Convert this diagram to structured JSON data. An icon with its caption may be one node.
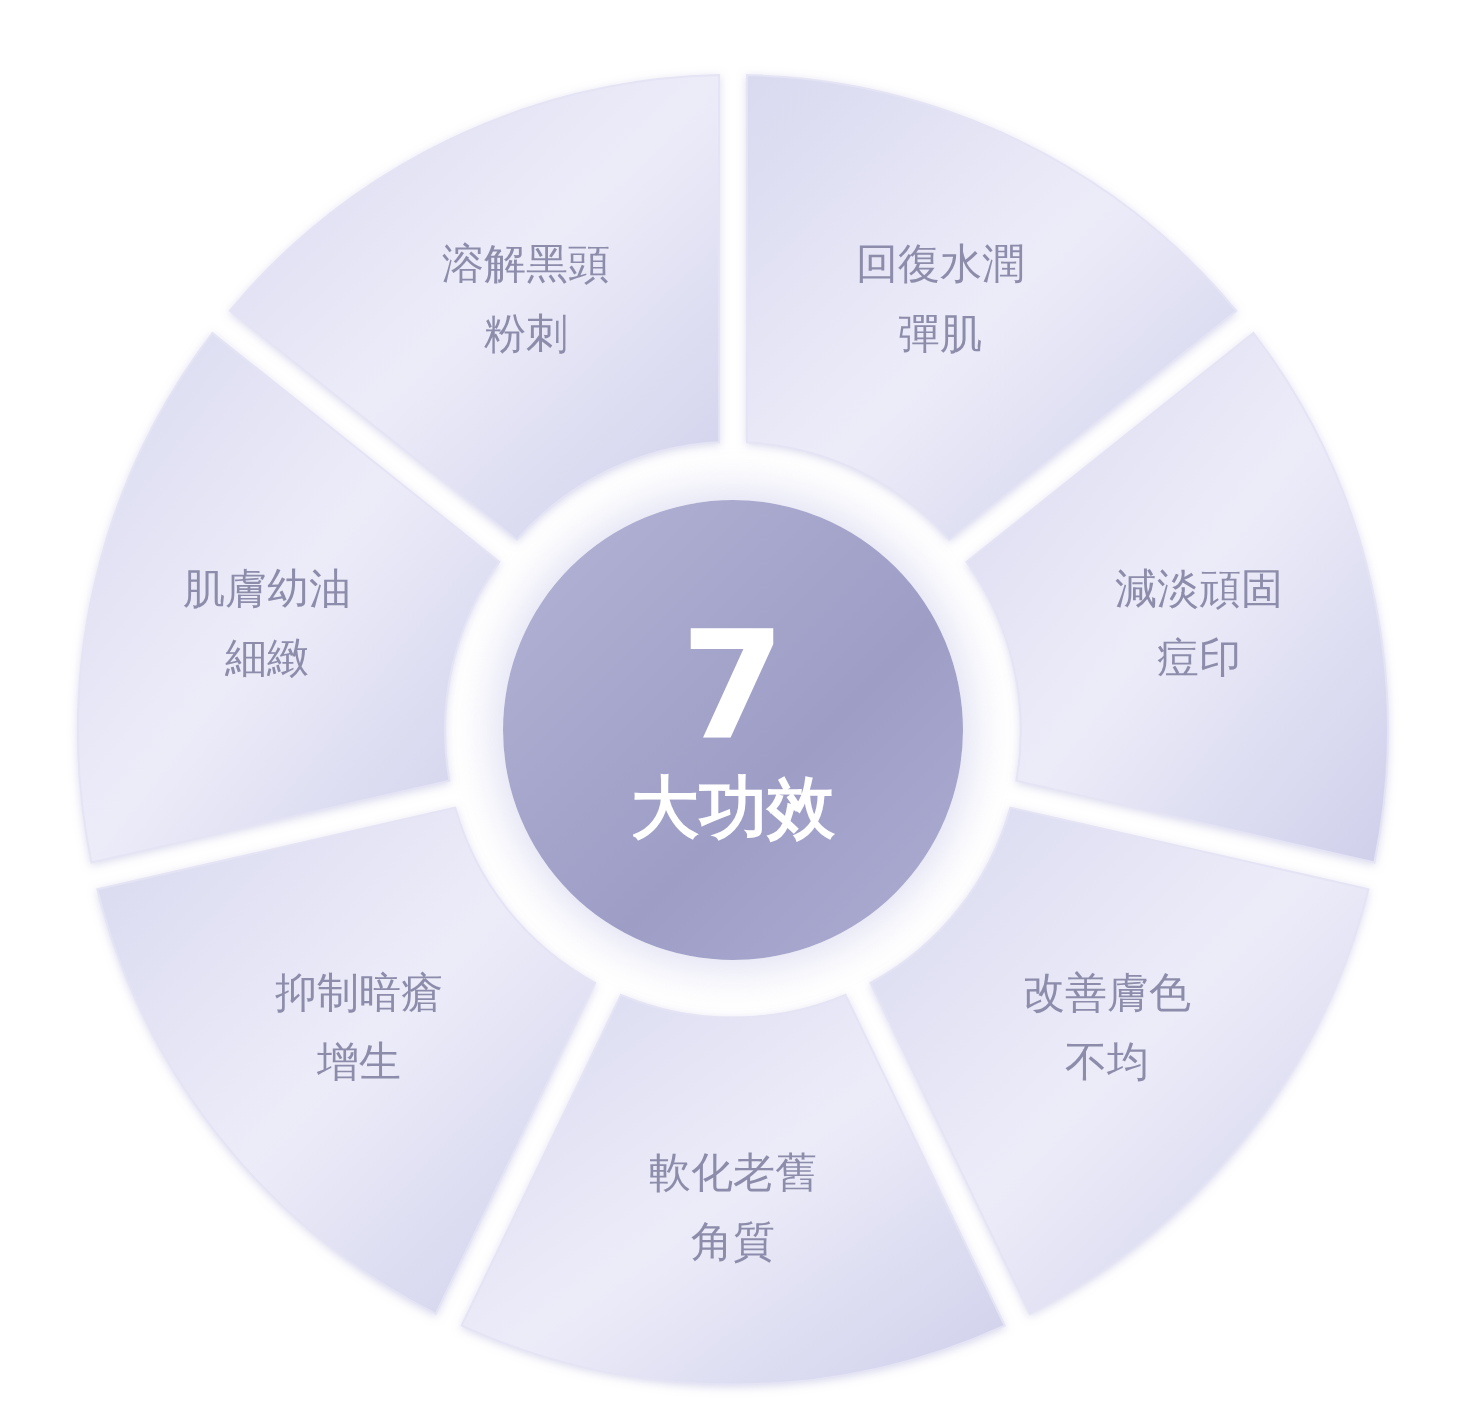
{
  "diagram": {
    "nodes": [
      {
        "text": [
          "7",
          "大功效"
        ]
      },
      {
        "text": [
          "溶解黑頭粉刺"
        ]
      },
      {
        "text": [
          "回復水潤彈肌"
        ]
      },
      {
        "text": [
          "減淡頑固痘印"
        ]
      },
      {
        "text": [
          "改善膚色不均"
        ]
      },
      {
        "text": [
          "軟化老舊角質"
        ]
      },
      {
        "text": [
          "抑制暗瘡增生"
        ]
      },
      {
        "text": [
          "肌膚幼油細緻"
        ]
      }
    ]
  }
}
